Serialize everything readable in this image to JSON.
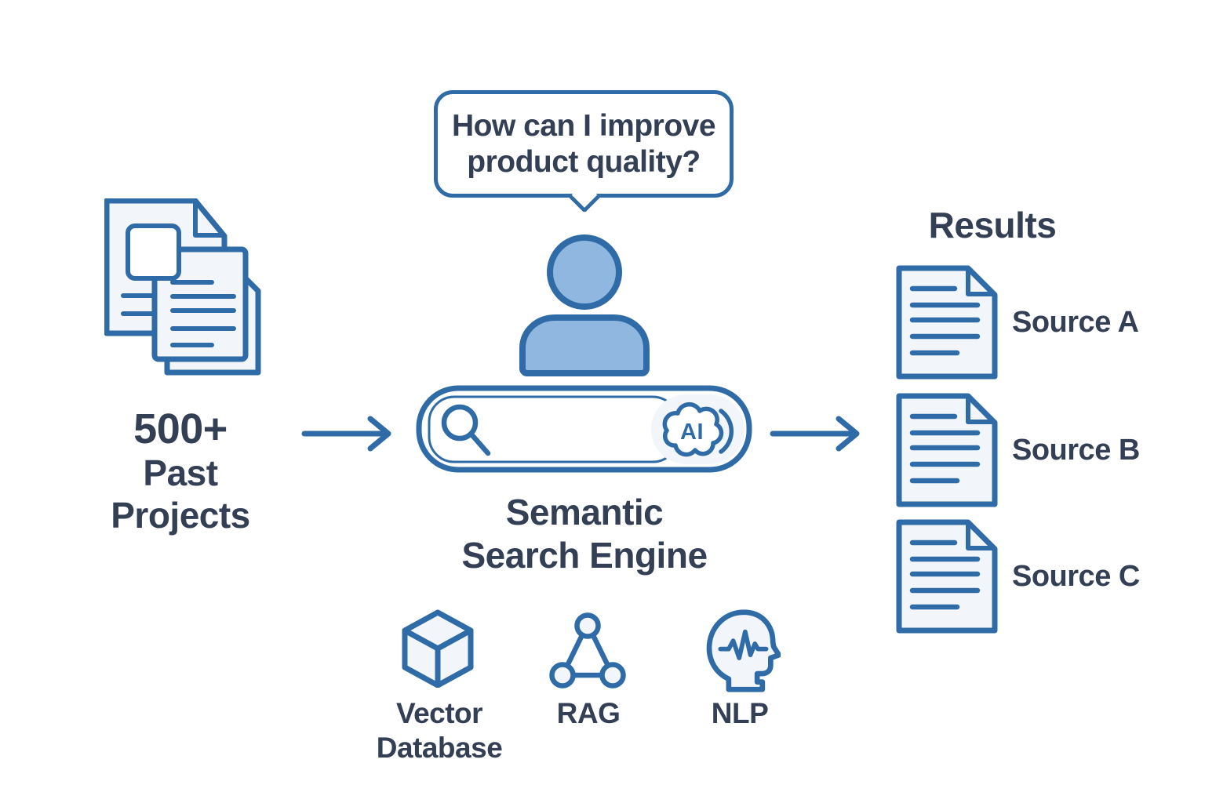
{
  "colors": {
    "line_blue": "#2F6CA7",
    "person_fill": "#8FB7E0",
    "paper": "#F2F6FB",
    "text_navy": "#333F54"
  },
  "speech_bubble": {
    "lines": [
      "How can I improve",
      "product quality?"
    ]
  },
  "past_projects": {
    "label_lines": [
      "500+",
      "Past",
      "Projects"
    ],
    "icon": "documents-stack-icon"
  },
  "search_engine": {
    "label_lines": [
      "Semantic",
      "Search Engine"
    ],
    "ai_badge": "AI",
    "icons": [
      "magnifier-icon",
      "ai-cloud-icon"
    ]
  },
  "results": {
    "title": "Results",
    "items": [
      {
        "label": "Source A",
        "icon": "document-icon"
      },
      {
        "label": "Source B",
        "icon": "document-icon"
      },
      {
        "label": "Source C",
        "icon": "document-icon"
      }
    ]
  },
  "technologies": {
    "items": [
      {
        "label": "Vector Database",
        "icon": "cube-icon"
      },
      {
        "label": "RAG",
        "icon": "network-triangle-icon"
      },
      {
        "label": "NLP",
        "icon": "head-waveform-icon"
      }
    ]
  }
}
